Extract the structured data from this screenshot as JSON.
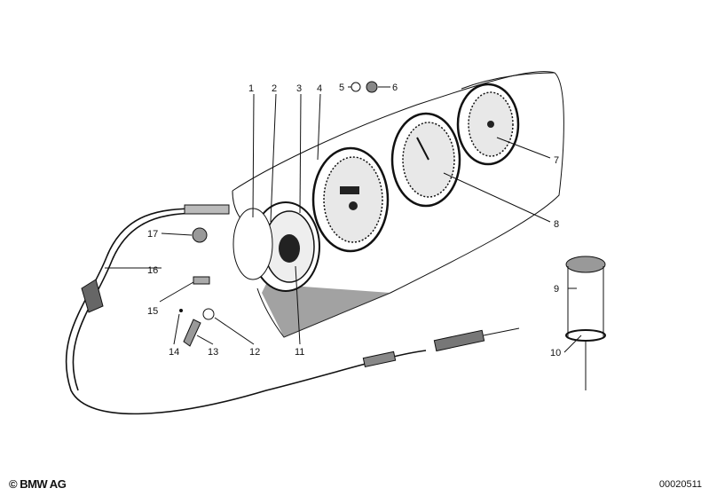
{
  "diagram": {
    "title": "Instrument cluster parts diagram",
    "callouts": [
      "1",
      "2",
      "3",
      "4",
      "5",
      "6",
      "7",
      "8",
      "9",
      "10",
      "11",
      "12",
      "13",
      "14",
      "15",
      "16",
      "17"
    ]
  },
  "footer": {
    "copyright": "© BMW AG",
    "document_number": "00020511"
  }
}
